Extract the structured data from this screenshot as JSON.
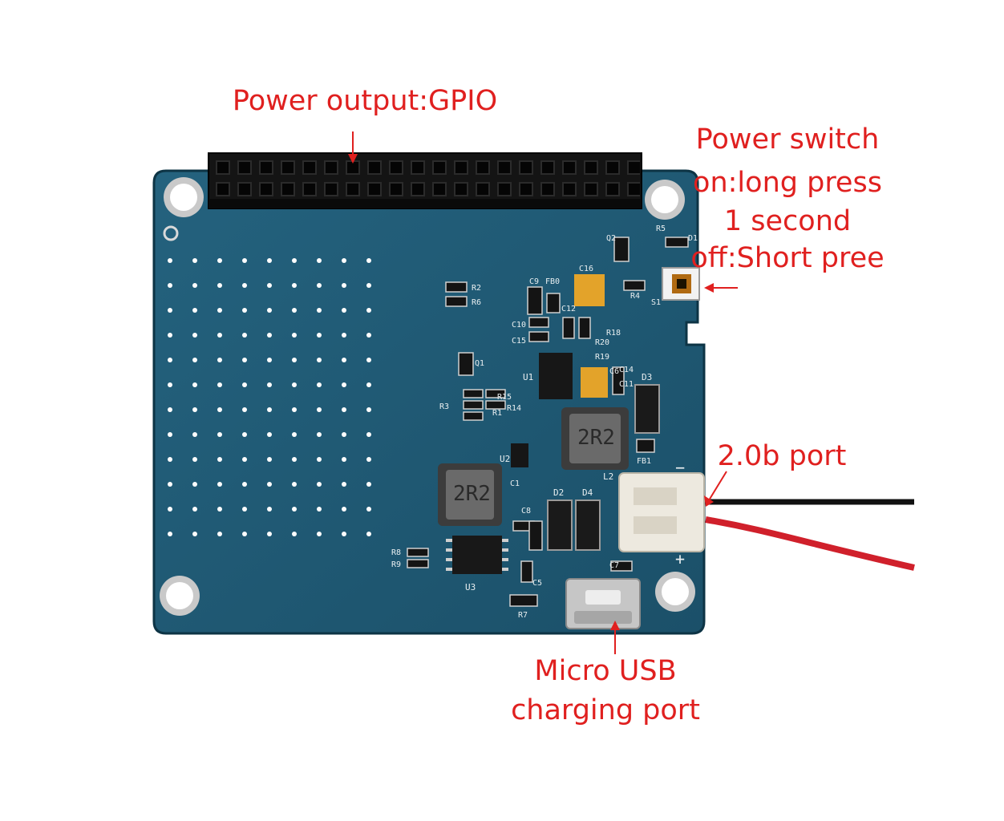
{
  "labels": {
    "gpio": "Power output:GPIO",
    "switch_line1": "Power switch",
    "switch_line2": "on:long press",
    "switch_line3": "1 second",
    "switch_line4": "off:Short pree",
    "port": "2.0b port",
    "usb_line1": "Micro USB",
    "usb_line2": "charging port"
  },
  "silkscreen": {
    "inductor_1": "2R2",
    "inductor_2": "2R2",
    "l2": "L2",
    "u1": "U1",
    "u2": "U2",
    "u3": "U3",
    "d1": "D1",
    "d2": "D2",
    "d3": "D3",
    "d4": "D4",
    "s1": "S1",
    "q1": "Q1",
    "q2": "Q2",
    "r1": "R1",
    "r2": "R2",
    "r3": "R3",
    "r4": "R4",
    "r5": "R5",
    "r6": "R6",
    "r7": "R7",
    "r8": "R8",
    "r9": "R9",
    "r14": "R14",
    "r15": "R15",
    "r18": "R18",
    "r19": "R19",
    "r20": "R20",
    "c1": "C1",
    "c5": "C5",
    "c6": "C6",
    "c7": "C7",
    "c8": "C8",
    "c9": "C9",
    "c10": "C10",
    "c11": "C11",
    "c12": "C12",
    "c14": "C14",
    "c15": "C15",
    "c16": "C16",
    "fb0": "FB0",
    "fb1": "FB1",
    "plus": "+",
    "minus": "−"
  },
  "colors": {
    "label_red": "#e0201f",
    "pcb_blue": "#1f5a74",
    "header_black": "#151515"
  },
  "icons": {
    "mount_hole": "mount-hole-icon",
    "arrow": "arrow-icon"
  }
}
